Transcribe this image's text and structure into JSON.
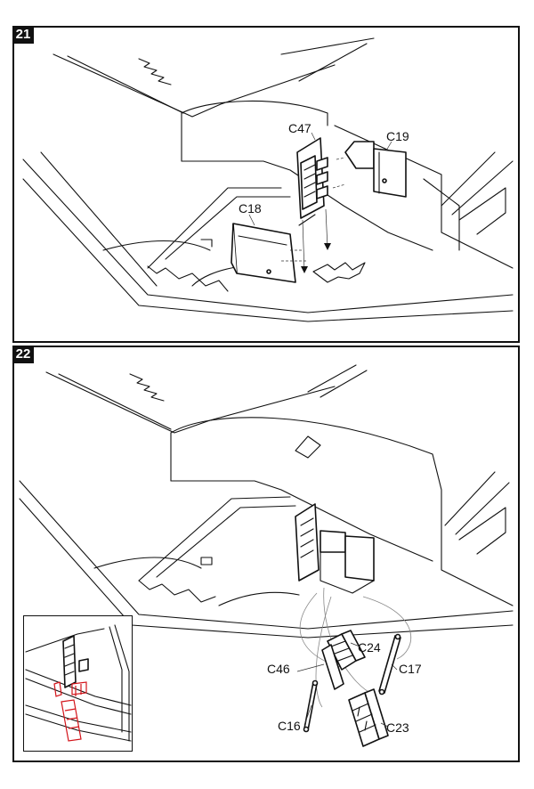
{
  "steps": [
    {
      "number": "21",
      "labels": {
        "c47": "C47",
        "c19": "C19",
        "c18": "C18"
      }
    },
    {
      "number": "22",
      "labels": {
        "c24": "C24",
        "c46": "C46",
        "c17": "C17",
        "c16": "C16",
        "c23": "C23"
      },
      "inset": {
        "highlight_color": "#d3141a"
      }
    }
  ]
}
